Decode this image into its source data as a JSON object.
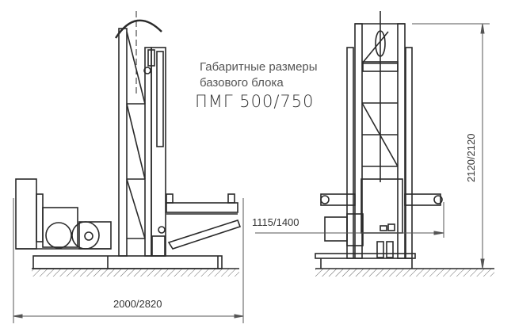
{
  "caption": {
    "line1": "Габаритные размеры",
    "line2": "базового блока",
    "model": "ПМГ 500/750"
  },
  "dimensions": {
    "width": "2000/2820",
    "height": "2120/2120",
    "platform_height": "1115/1400"
  },
  "colors": {
    "line": "#2a2a2a",
    "dim_line": "#555555",
    "text": "#333333",
    "background": "#ffffff"
  },
  "views": [
    "side-view",
    "front-view"
  ]
}
